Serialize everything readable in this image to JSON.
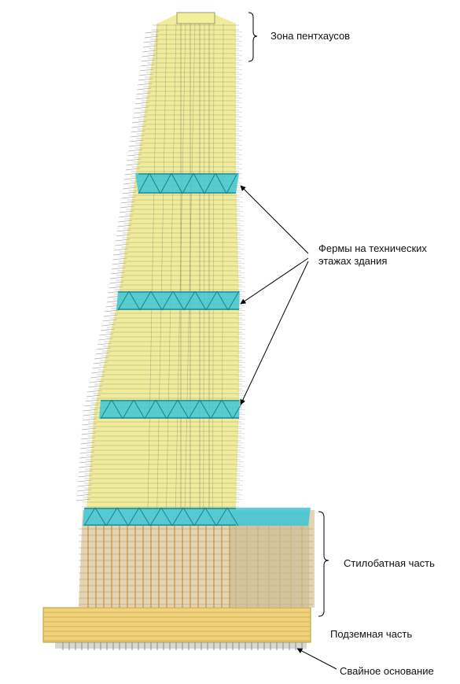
{
  "figure": {
    "labels": {
      "penthouse_zone": "Зона пентхаусов",
      "trusses_line1": "Фермы на технических",
      "trusses_line2": "этажах здания",
      "stylobate": "Стилобатная часть",
      "underground": "Подземная часть",
      "pile_foundation": "Свайное основание"
    },
    "colors": {
      "tower_fill": "#efe98a",
      "floor_lines": "#8a8a70",
      "truss": "#3cc8d8",
      "stylobate_fill": "#d9c59a",
      "stylobate_columns": "#c8882a",
      "underground_fill": "#f0d27a",
      "piles": "#9a9a9a",
      "arrow": "#000000"
    }
  }
}
